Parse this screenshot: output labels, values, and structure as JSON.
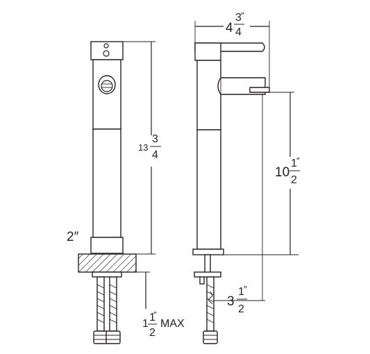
{
  "dimensions": {
    "overall_height": {
      "whole": "13",
      "num": "3",
      "den": "4"
    },
    "spout_reach": {
      "whole": "4",
      "num": "3",
      "den": "4"
    },
    "spout_height": {
      "whole": "10",
      "num": "1",
      "den": "2"
    },
    "shank_length": {
      "whole": "3",
      "num": "1",
      "den": "2"
    },
    "base_diameter": "2″",
    "max_deck": {
      "whole": "1",
      "num": "1",
      "den": "2",
      "suffix": "MAX"
    },
    "inch_mark": "″"
  }
}
